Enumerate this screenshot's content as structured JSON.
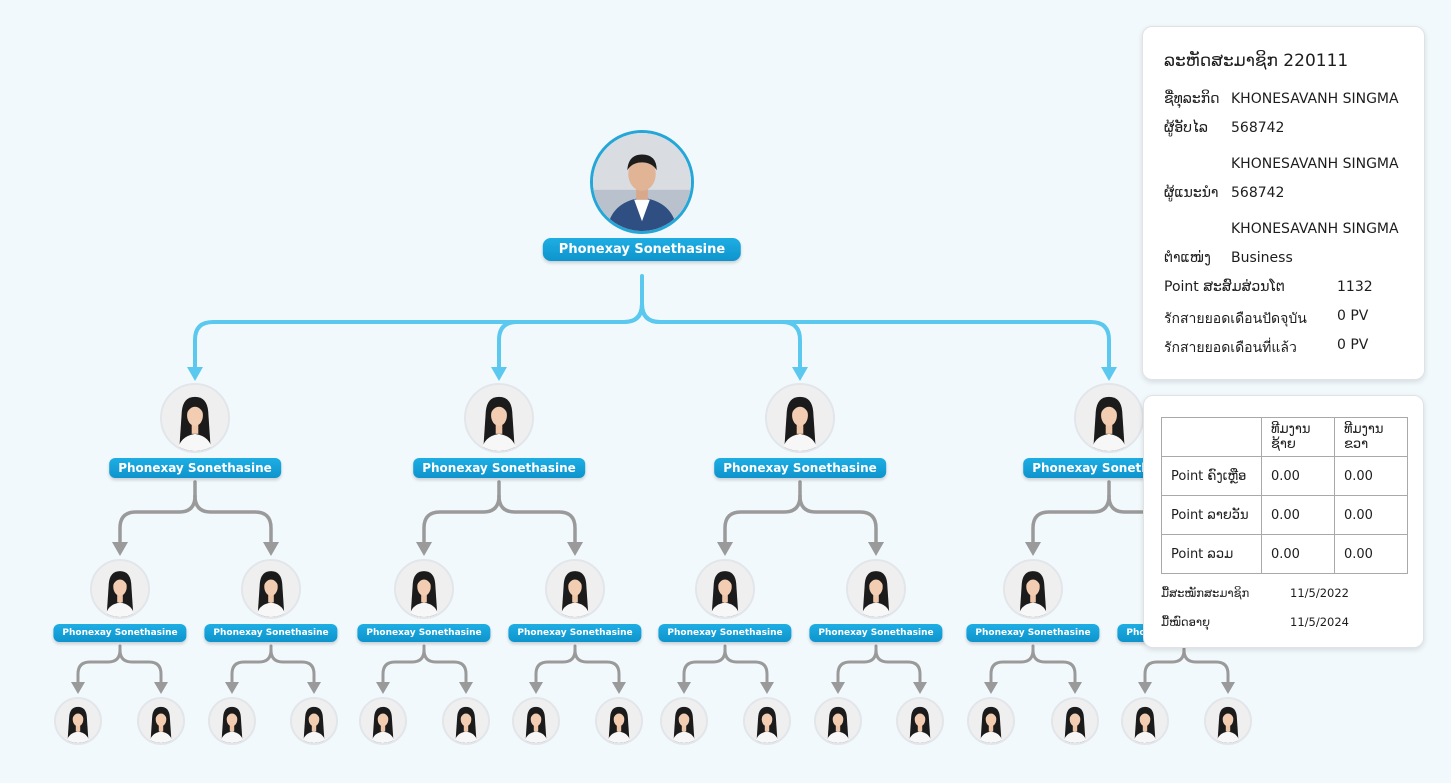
{
  "colors": {
    "connector_primary": "#5bc8ef",
    "connector_secondary": "#9a9a9a",
    "pill": "#13a2dc"
  },
  "tree": {
    "root": {
      "name": "Phonexay Sonethasine"
    },
    "level1": [
      {
        "name": "Phonexay Sonethasine"
      },
      {
        "name": "Phonexay Sonethasine"
      },
      {
        "name": "Phonexay Sonethasine"
      },
      {
        "name": "Phonexay Sonethasine"
      }
    ],
    "level2": [
      {
        "name": "Phonexay Sonethasine"
      },
      {
        "name": "Phonexay Sonethasine"
      },
      {
        "name": "Phonexay Sonethasine"
      },
      {
        "name": "Phonexay Sonethasine"
      },
      {
        "name": "Phonexay Sonethasine"
      },
      {
        "name": "Phonexay Sonethasine"
      },
      {
        "name": "Phonexay Sonethasine"
      },
      {
        "name": "Phonexay Sonethasine"
      }
    ],
    "level3_count": 16
  },
  "member_card": {
    "title": "ລະຫັດສະມາຊິກ 220111",
    "business_name_label": "ຊື່ທຸລະກິດ",
    "business_name": "KHONESAVANH SINGMA",
    "sponsor_label": "ຜູ້ອັບໄລ",
    "sponsor_id": "568742",
    "sponsor_name": "KHONESAVANH SINGMA",
    "referrer_label": "ຜູ້ແນະນຳ",
    "referrer_id": "568742",
    "referrer_name": "KHONESAVANH SINGMA",
    "position_label": "ຕຳແໜ່ງ",
    "position": "Business",
    "growth_points_label": "Point ສະສົມສ່ວນໂຕ",
    "growth_points": "1132",
    "current_month_label": "รักสายยอดเดือนปัดจุบัน",
    "current_month_value": "0 PV",
    "last_month_label": "รักสายยอดเดือนที่แล้ว",
    "last_month_value": "0 PV"
  },
  "points_card": {
    "headers": [
      "",
      "ທີມງານຊ້າຍ",
      "ທີມງານຂວາ"
    ],
    "rows": [
      [
        "Point ຄົງເຫຼືອ",
        "0.00",
        "0.00"
      ],
      [
        "Point ລາຍວັນ",
        "0.00",
        "0.00"
      ],
      [
        "Point ລວມ",
        "0.00",
        "0.00"
      ]
    ],
    "join_date_label": "ມື້ສະໝັກສະມາຊິກ",
    "join_date": "11/5/2022",
    "expiry_date_label": "ມື້ໝົດອາຍຸ",
    "expiry_date": "11/5/2024"
  }
}
